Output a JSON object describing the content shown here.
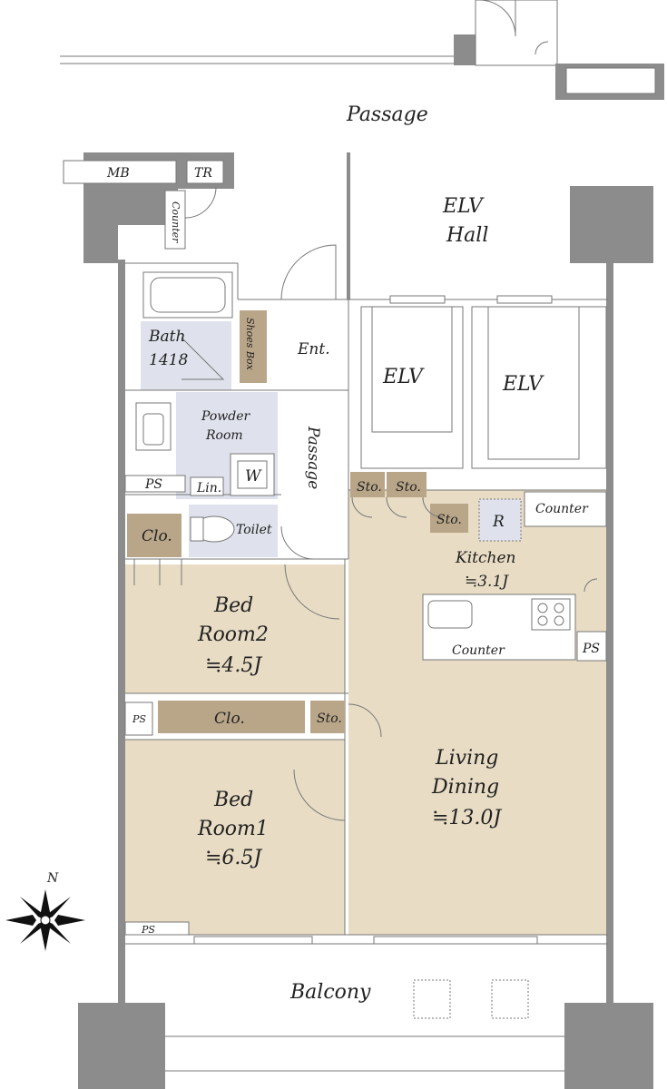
{
  "rooms": {
    "passage_outside": "Passage",
    "elv_hall_1": "ELV",
    "elv_hall_2": "Hall",
    "elv_left": "ELV",
    "elv_right": "ELV",
    "mb": "MB",
    "tr": "TR",
    "counter_vertical": "Counter",
    "bath_1": "Bath",
    "bath_2": "1418",
    "shoes_box": "Shoes Box",
    "entrance": "Ent.",
    "powder_1": "Powder",
    "powder_2": "Room",
    "washer": "W",
    "linen": "Lin.",
    "ps_top": "PS",
    "passage_inner": "Passage",
    "toilet": "Toilet",
    "clo_top": "Clo.",
    "sto_1": "Sto.",
    "sto_2": "Sto.",
    "sto_3": "Sto.",
    "refrigerator": "R",
    "counter_kitchen_top": "Counter",
    "kitchen_1": "Kitchen",
    "kitchen_2": "≒3.1J",
    "counter_kitchen_bottom": "Counter",
    "ps_kitchen": "PS",
    "bed2_1": "Bed",
    "bed2_2": "Room2",
    "bed2_3": "≒4.5J",
    "ps_mid": "PS",
    "clo_mid": "Clo.",
    "sto_mid": "Sto.",
    "living_1": "Living",
    "living_2": "Dining",
    "living_3": "≒13.0J",
    "bed1_1": "Bed",
    "bed1_2": "Room1",
    "bed1_3": "≒6.5J",
    "ps_bottom": "PS",
    "balcony": "Balcony"
  },
  "compass": {
    "north": "N"
  },
  "colors": {
    "floor": "#e8dcc4",
    "wet_area": "#dfe2ec",
    "storage": "#b9a689",
    "wall": "#8c8c8c"
  }
}
